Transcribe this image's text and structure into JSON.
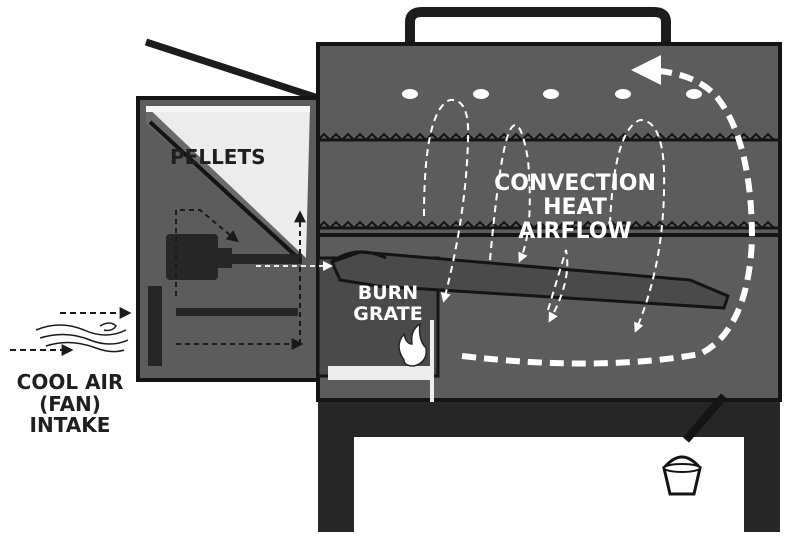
{
  "labels": {
    "pellets": "PELLETS",
    "convection_line1": "CONVECTION",
    "convection_line2": "HEAT",
    "convection_line3": "AIRFLOW",
    "burn_line1": "BURN",
    "burn_line2": "GRATE",
    "intake_line1": "COOL AIR",
    "intake_line2": "(FAN)",
    "intake_line3": "INTAKE"
  },
  "colors": {
    "body": "#5c5c5c",
    "dark": "#262626",
    "chamber": "#4a4a4a",
    "outline": "#141414",
    "airflow": "#ffffff",
    "pellets": "#ececec",
    "label_dark": "#1f1f1f"
  }
}
